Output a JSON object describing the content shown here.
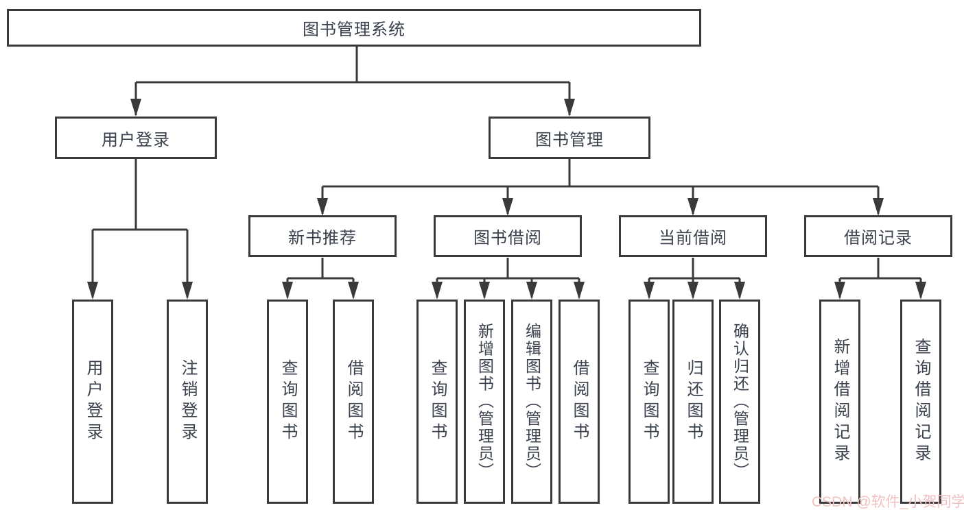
{
  "tree": {
    "root": {
      "label": "图书管理系统"
    },
    "branches": [
      {
        "label": "用户登录",
        "children": [
          {
            "label": "用户登录"
          },
          {
            "label": "注销登录"
          }
        ]
      },
      {
        "label": "图书管理",
        "children": [
          {
            "label": "新书推荐",
            "children": [
              {
                "label": "查询图书"
              },
              {
                "label": "借阅图书"
              }
            ]
          },
          {
            "label": "图书借阅",
            "children": [
              {
                "label": "查询图书"
              },
              {
                "label": "新增图书（管理员）"
              },
              {
                "label": "编辑图书（管理员）"
              },
              {
                "label": "借阅图书"
              }
            ]
          },
          {
            "label": "当前借阅",
            "children": [
              {
                "label": "查询图书"
              },
              {
                "label": "归还图书"
              },
              {
                "label": "确认归还（管理员）"
              }
            ]
          },
          {
            "label": "借阅记录",
            "children": [
              {
                "label": "新增借阅记录"
              },
              {
                "label": "查询借阅记录"
              }
            ]
          }
        ]
      }
    ]
  },
  "watermark": {
    "text": "CSDN @软件_小贺同学"
  },
  "colors": {
    "line": "#3a3a3a",
    "text": "#3b424d",
    "watermark": "#f1c1c0",
    "background": "#ffffff"
  }
}
